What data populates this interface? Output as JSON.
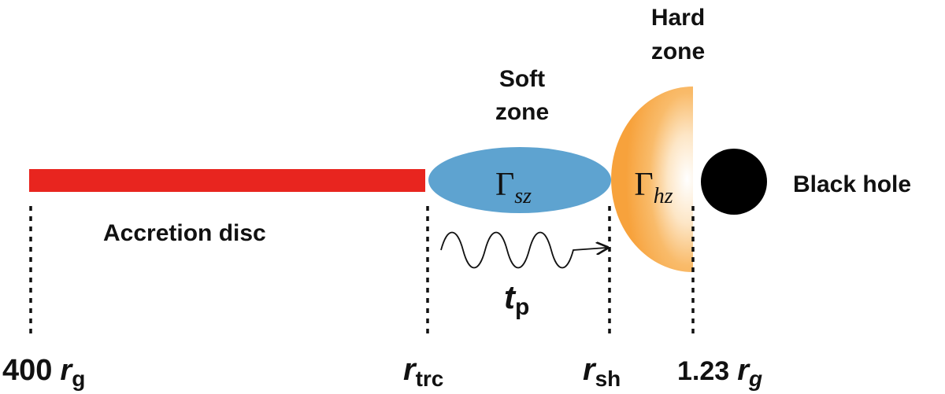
{
  "colors": {
    "disc": "#e8251f",
    "soft_zone": "#5ea3d0",
    "hard_zone": "#f7a23c",
    "black_hole": "#000000",
    "ink": "#111111"
  },
  "labels": {
    "soft_zone_line1": "Soft",
    "soft_zone_line2": "zone",
    "hard_zone_line1": "Hard",
    "hard_zone_line2": "zone",
    "black_hole": "Black hole",
    "accretion_disc": "Accretion disc"
  },
  "symbols": {
    "gamma": "Γ",
    "soft_sub": "sz",
    "hard_sub": "hz",
    "t_main": "t",
    "t_sub": "p"
  },
  "radii": {
    "outer_value": "400",
    "outer_r": "r",
    "outer_sub": "g",
    "trc_r": "r",
    "trc_sub": "trc",
    "sh_r": "r",
    "sh_sub": "sh",
    "inner_value": "1.23",
    "inner_r": "r",
    "inner_sub": "g"
  },
  "icons": {
    "photon_path": "wavy-arrow-icon",
    "black_hole": "filled-circle-icon"
  }
}
